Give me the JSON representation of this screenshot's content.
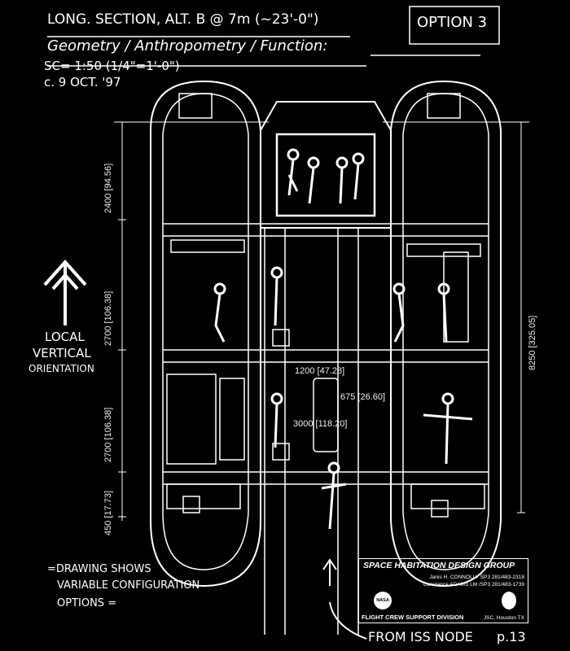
{
  "header": {
    "title_line1": "LONG. SECTION, ALT. B @ 7m (~23'-0\")",
    "title_line2": "Geometry / Anthropometry / Function:",
    "scale": "SC= 1:50 (1/4\"=1'-0\")",
    "date": "c. 9 OCT. '97",
    "option_label": "OPTION 3"
  },
  "orientation": {
    "line1": "LOCAL",
    "line2": "VERTICAL",
    "line3": "ORIENTATION"
  },
  "dimensions": {
    "left": [
      "2400 [94.56]",
      "2700 [106.38]",
      "2700 [106.38]",
      "450 [17.73]"
    ],
    "right": "8250 [325.05]",
    "center": [
      "1200 [47.28]",
      "675 [26.60]",
      "3000 [118.20]"
    ]
  },
  "notes": {
    "line1": "=DRAWING SHOWS",
    "line2": "VARIABLE CONFIGURATION",
    "line3": "OPTIONS ="
  },
  "title_block": {
    "group": "SPACE HABITATION DESIGN GROUP",
    "person1": "Janis H. CONNOLLY SP3  281/483-2318",
    "person2": "Constance ADAMS  LM /SP3  281/483-1739",
    "nasa_logo": "NASA",
    "division": "FLIGHT CREW  SUPPORT  DIVISION",
    "location": "JSC, Houston TX"
  },
  "footer": {
    "from_label": "FROM ISS NODE",
    "page": "p.13"
  }
}
